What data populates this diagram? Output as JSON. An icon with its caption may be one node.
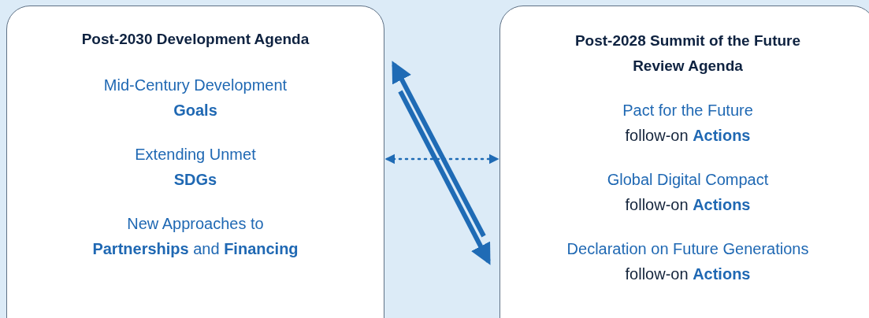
{
  "diagram": {
    "nodes": [
      {
        "text": [
          "Post-2030 Development Agenda",
          "Mid-Century Development **Goals**",
          "Extending Unmet **SDGs**",
          "New Approaches to **Partnerships** and **Financing**"
        ]
      },
      {
        "text": [
          "Post-2028 Summit of the Future Review Agenda",
          "Pact for the Future",
          "follow-on **Actions**",
          "Global Digital Compact",
          "follow-on **Actions**",
          "Declaration on Future Generations",
          "follow-on **Actions**"
        ]
      }
    ],
    "edges": [
      {
        "from": 1,
        "to": 0,
        "arrow": "to"
      },
      {
        "from": 0,
        "to": 1,
        "arrow": "to"
      },
      {
        "from": 0,
        "to": 1,
        "arrow": "both",
        "style": "dashed"
      }
    ]
  }
}
